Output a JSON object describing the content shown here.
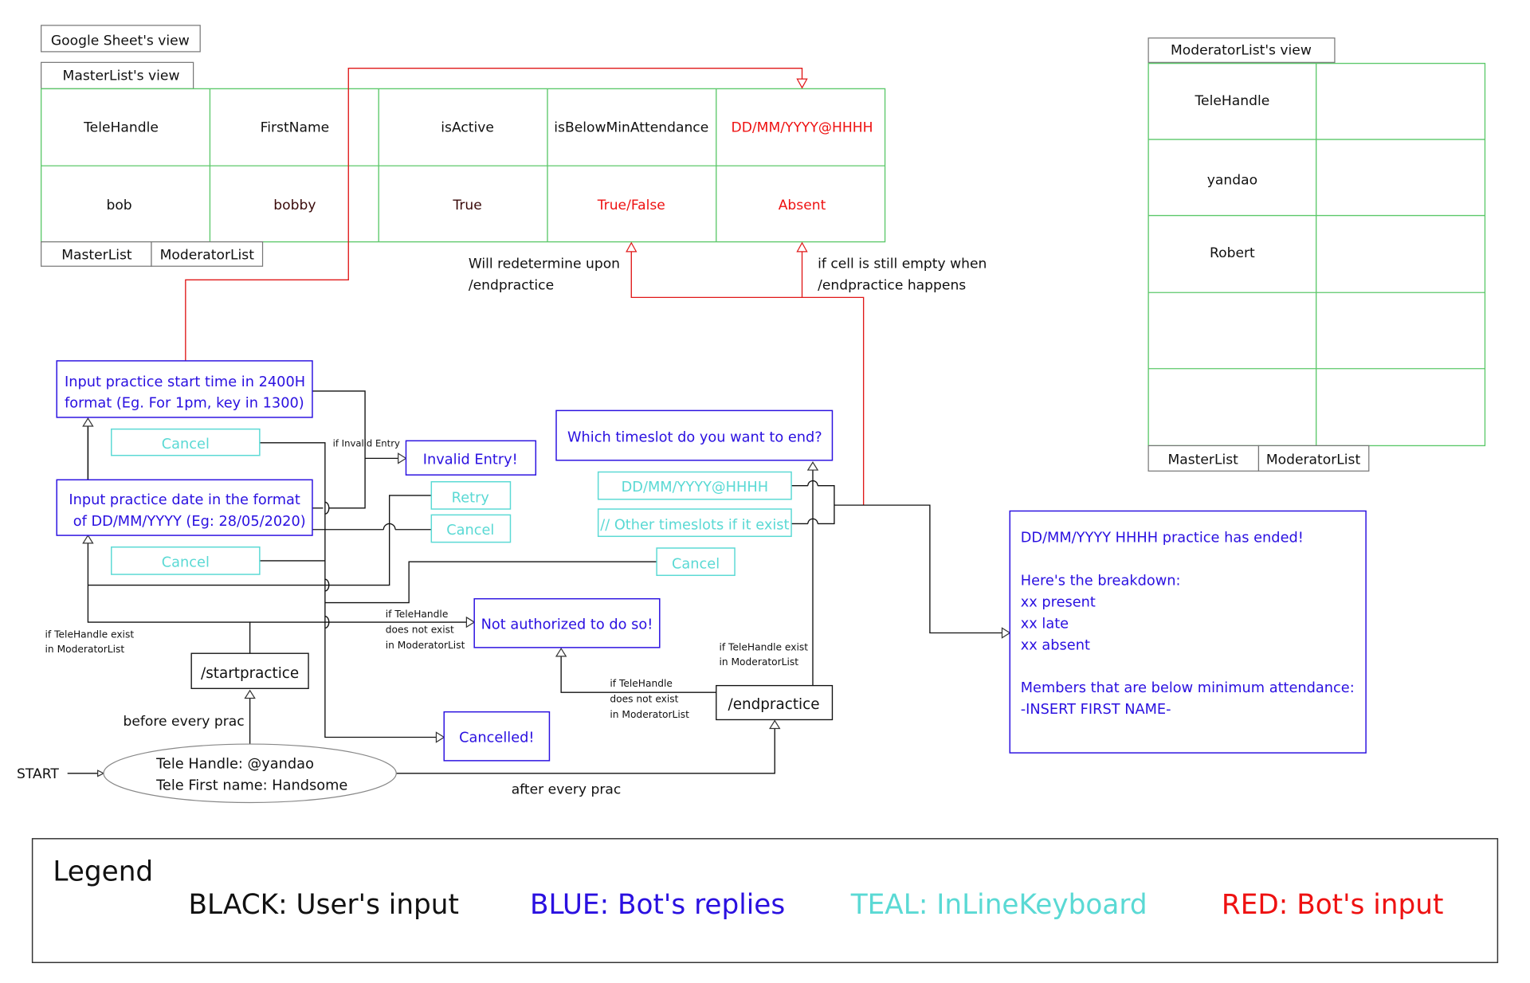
{
  "labels": {
    "google_sheet_view": "Google Sheet's view",
    "masterlist_view": "MasterList's view",
    "moderatorlist_view": "ModeratorList's view"
  },
  "master_table": {
    "headers": [
      "TeleHandle",
      "FirstName",
      "isActive",
      "isBelowMinAttendance",
      "DD/MM/YYYY@HHHH"
    ],
    "row": [
      "bob",
      "bobby",
      "True",
      "True/False",
      "Absent"
    ]
  },
  "moderator_table": {
    "rows": [
      "TeleHandle",
      "yandao",
      "Robert",
      "",
      ""
    ]
  },
  "sheet_tabs": [
    "MasterList",
    "ModeratorList"
  ],
  "notes": {
    "redetermine": [
      "Will redetermine upon",
      "/endpractice"
    ],
    "cell_empty": [
      "if cell is still empty when",
      "/endpractice happens"
    ],
    "if_invalid": "if Invalid Entry",
    "exist_mod_left": [
      "if TeleHandle exist",
      "in ModeratorList"
    ],
    "not_exist_mod_left": [
      "if TeleHandle",
      "does not exist",
      "in ModeratorList"
    ],
    "not_exist_mod_right": [
      "if TeleHandle",
      "does not exist",
      "in ModeratorList"
    ],
    "exist_mod_right": [
      "if TeleHandle exist",
      "in ModeratorList"
    ],
    "before_prac": "before every prac",
    "after_prac": "after every prac",
    "start": "START"
  },
  "bot_replies": {
    "start_time": [
      "Input practice start time in 2400H",
      "format (Eg. For 1pm, key in 1300)"
    ],
    "date": [
      "Input practice date in the format",
      "of DD/MM/YYYY (Eg: 28/05/2020)"
    ],
    "invalid": "Invalid Entry!",
    "not_authorized": "Not authorized to do so!",
    "cancelled": "Cancelled!",
    "which_timeslot": "Which timeslot do you want to end?",
    "summary": [
      "DD/MM/YYYY HHHH practice has ended!",
      "",
      "Here's the breakdown:",
      "xx present",
      "xx late",
      "xx absent",
      "",
      "Members that are below minimum attendance:",
      "-INSERT FIRST NAME-"
    ]
  },
  "keyboard": {
    "cancel": "Cancel",
    "retry": "Retry",
    "timeslot": "DD/MM/YYYY@HHHH",
    "other_timeslots": "// Other timeslots if it exist"
  },
  "commands": {
    "start": "/startpractice",
    "end": "/endpractice"
  },
  "user": {
    "handle": "Tele Handle: @yandao",
    "first_name": "Tele First name: Handsome"
  },
  "legend": {
    "title": "Legend",
    "items": [
      {
        "label": "BLACK: User's input",
        "color": "#111111"
      },
      {
        "label": "BLUE: Bot's replies",
        "color": "#2a10e0"
      },
      {
        "label": "TEAL: InLineKeyboard",
        "color": "#5ad9d4"
      },
      {
        "label": "RED: Bot's input",
        "color": "#ee1111"
      }
    ]
  }
}
